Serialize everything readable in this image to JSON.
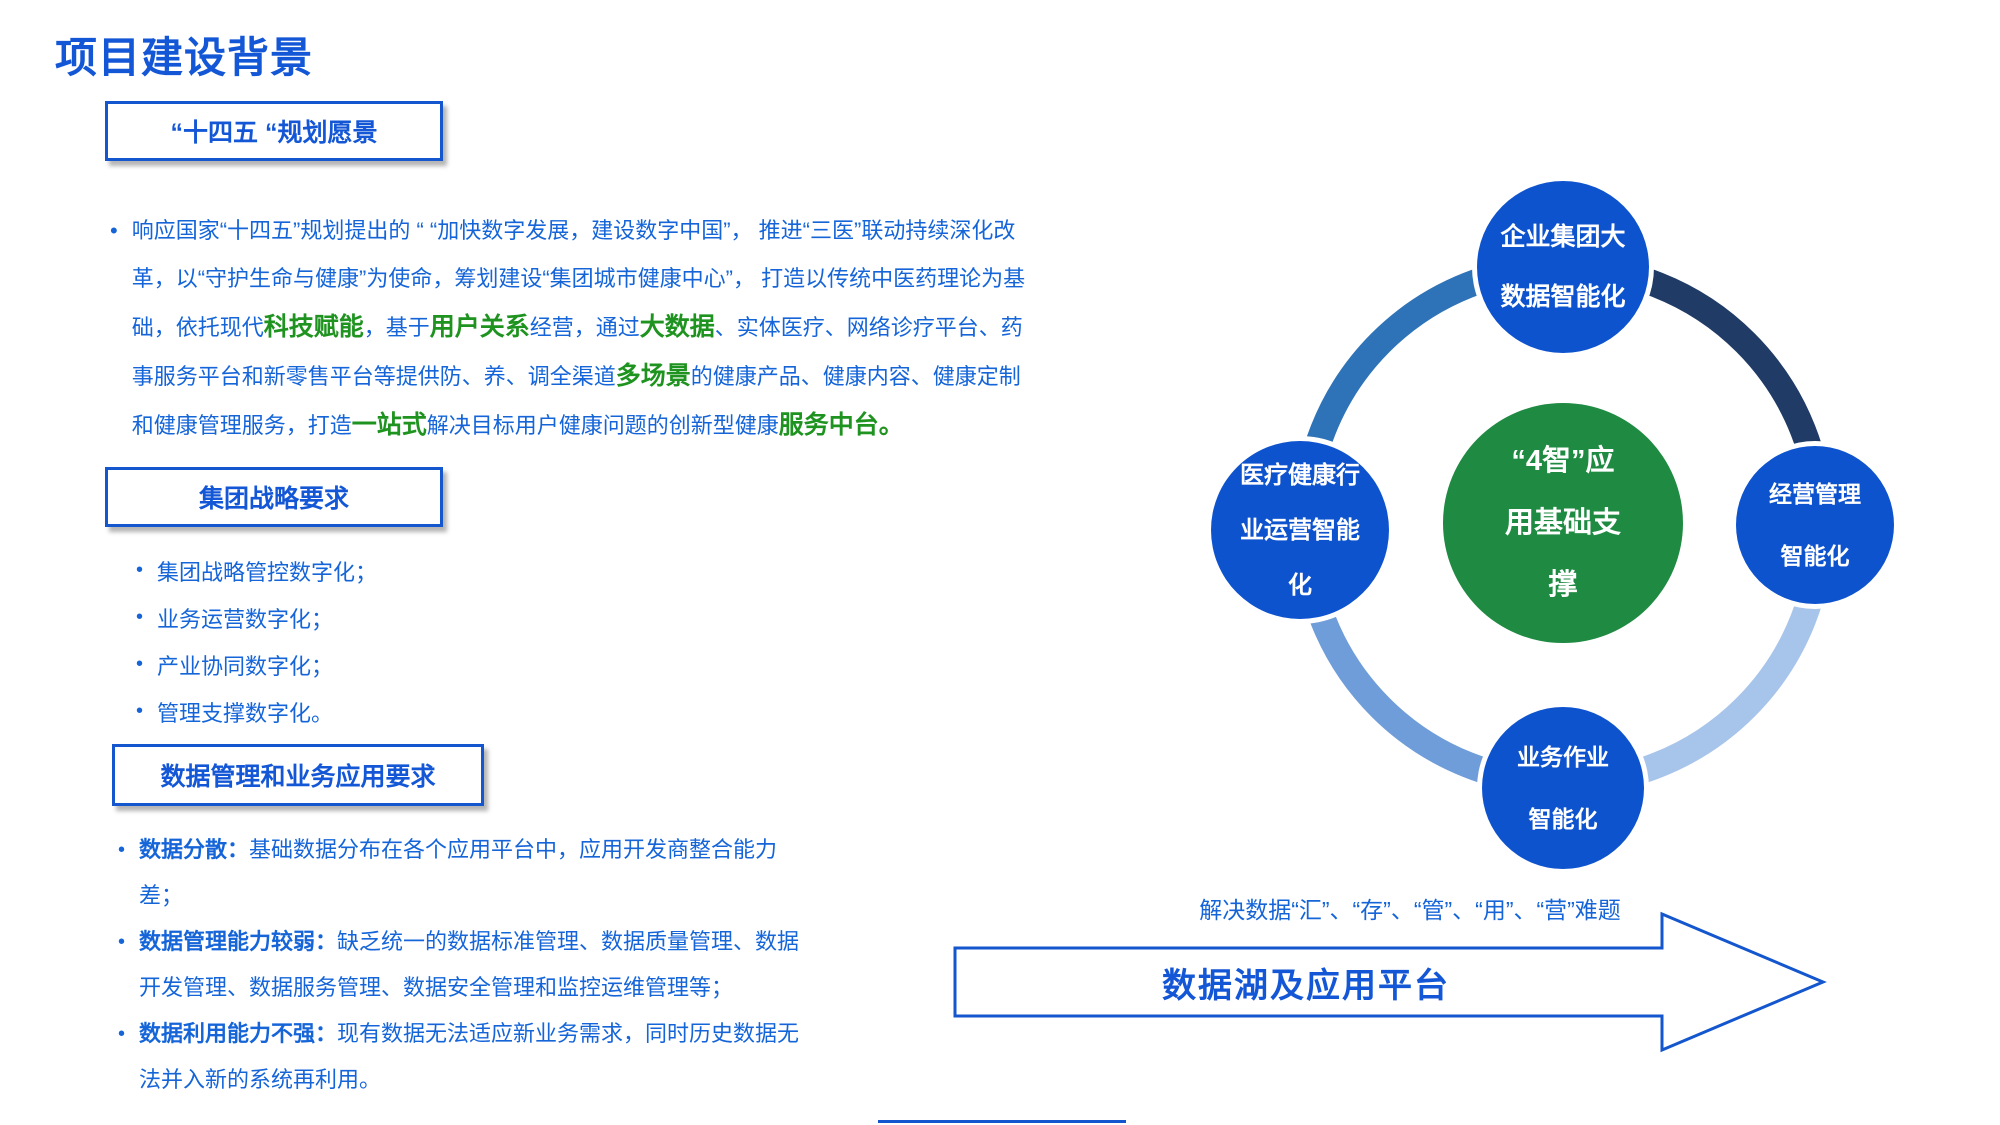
{
  "page_title": "项目建设背景",
  "colors": {
    "blue_text": "#1565d9",
    "green_text": "#1f9320",
    "box_border": "#1456ce",
    "node_blue": "#0e53ce",
    "center_green": "#1f8a42",
    "arc_top_left": "#2e73b8",
    "arc_top_right": "#1f3b66",
    "arc_bottom_right": "#a7c4ea",
    "arc_bottom_left": "#6f9dd9"
  },
  "sections": [
    {
      "heading": "“十四五 “规划愿景",
      "paragraph": [
        {
          "t": "响应国家“十四五”规划提出的 “ “加快数字发展，建设数字中国”， 推进“三医”联动持续深化改革，以“守护生命与健康”为使命，筹划建设“集团城市健康中心”， 打造以传统中医药理论为基础，依托现代",
          "s": "b"
        },
        {
          "t": "科技赋能",
          "s": "g"
        },
        {
          "t": "，基于",
          "s": "b"
        },
        {
          "t": "用户关系",
          "s": "g"
        },
        {
          "t": "经营，通过",
          "s": "b"
        },
        {
          "t": "大数据",
          "s": "g"
        },
        {
          "t": "、实体医疗、网络诊疗平台、药事服务平台和新零售平台等提供防、养、调全渠道",
          "s": "b"
        },
        {
          "t": "多场景",
          "s": "g"
        },
        {
          "t": "的健康产品、健康内容、健康定制和健康管理服务，打造",
          "s": "b"
        },
        {
          "t": "一站式",
          "s": "g"
        },
        {
          "t": "解决目标用户健康问题的创新型健康",
          "s": "b"
        },
        {
          "t": "服务中台。",
          "s": "g"
        }
      ]
    },
    {
      "heading": "集团战略要求",
      "bullets": [
        "集团战略管控数字化；",
        "业务运营数字化；",
        "产业协同数字化；",
        "管理支撑数字化。"
      ]
    },
    {
      "heading": "数据管理和业务应用要求",
      "bullets": [
        {
          "lead": "数据分散：",
          "rest": "基础数据分布在各个应用平台中，应用开发商整合能力差；"
        },
        {
          "lead": "数据管理能力较弱：",
          "rest": "缺乏统一的数据标准管理、数据质量管理、数据开发管理、数据服务管理、数据安全管理和监控运维管理等；"
        },
        {
          "lead": "数据利用能力不强：",
          "rest": "现有数据无法适应新业务需求，同时历史数据无法并入新的系统再利用。"
        }
      ]
    }
  ],
  "diagram": {
    "center": {
      "lines": [
        "“4智”应",
        "用基础支",
        "撑"
      ]
    },
    "nodes": [
      {
        "position": "top",
        "lines": [
          "企业集团大",
          "数据智能化"
        ]
      },
      {
        "position": "right",
        "lines": [
          "经营管理",
          "智能化"
        ]
      },
      {
        "position": "bottom",
        "lines": [
          "业务作业",
          "智能化"
        ]
      },
      {
        "position": "left",
        "lines": [
          "医疗健康行",
          "业运营智能",
          "化"
        ]
      }
    ],
    "caption": "解决数据“汇”、“存”、“管”、“用”、“营”难题",
    "arrow_label": "数据湖及应用平台"
  },
  "bullet_glyph": "•"
}
